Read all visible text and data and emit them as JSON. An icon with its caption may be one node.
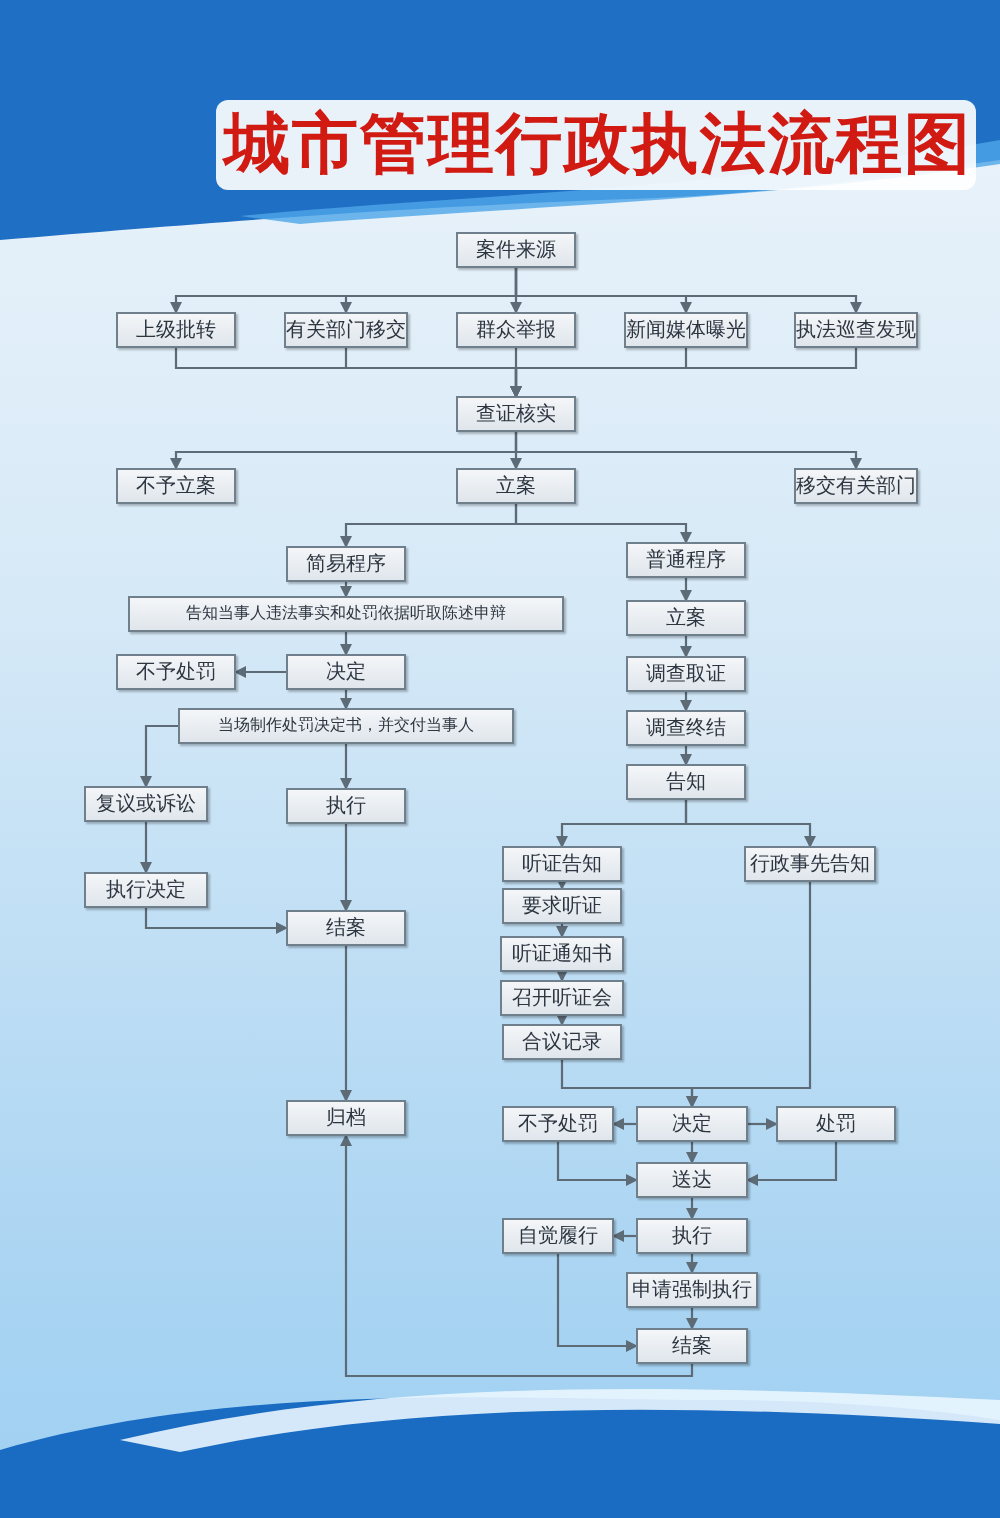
{
  "diagram": {
    "title": "城市管理行政执法流程图",
    "nodes": [
      {
        "text": [
          "案件来源"
        ]
      },
      {
        "text": [
          "上级批转"
        ]
      },
      {
        "text": [
          "有关部门移交"
        ]
      },
      {
        "text": [
          "群众举报"
        ]
      },
      {
        "text": [
          "新闻媒体曝光"
        ]
      },
      {
        "text": [
          "执法巡查发现"
        ]
      },
      {
        "text": [
          "查证核实"
        ]
      },
      {
        "text": [
          "不予立案"
        ]
      },
      {
        "text": [
          "立案"
        ]
      },
      {
        "text": [
          "移交有关部门"
        ]
      },
      {
        "text": [
          "简易程序"
        ]
      },
      {
        "text": [
          "告知当事人违法事实和处罚依据听取陈述申辩"
        ]
      },
      {
        "text": [
          "决定"
        ]
      },
      {
        "text": [
          "不予处罚"
        ]
      },
      {
        "text": [
          "当场制作处罚决定书，并交付当事人"
        ]
      },
      {
        "text": [
          "复议或诉讼"
        ]
      },
      {
        "text": [
          "执行"
        ]
      },
      {
        "text": [
          "执行决定"
        ]
      },
      {
        "text": [
          "结案"
        ]
      },
      {
        "text": [
          "归档"
        ]
      },
      {
        "text": [
          "普通程序"
        ]
      },
      {
        "text": [
          "立案"
        ]
      },
      {
        "text": [
          "调查取证"
        ]
      },
      {
        "text": [
          "调查终结"
        ]
      },
      {
        "text": [
          "告知"
        ]
      },
      {
        "text": [
          "听证告知"
        ]
      },
      {
        "text": [
          "要求听证"
        ]
      },
      {
        "text": [
          "听证通知书"
        ]
      },
      {
        "text": [
          "召开听证会"
        ]
      },
      {
        "text": [
          "合议记录"
        ]
      },
      {
        "text": [
          "行政事先告知"
        ]
      },
      {
        "text": [
          "不予处罚"
        ]
      },
      {
        "text": [
          "决定"
        ]
      },
      {
        "text": [
          "处罚"
        ]
      },
      {
        "text": [
          "送达"
        ]
      },
      {
        "text": [
          "自觉履行"
        ]
      },
      {
        "text": [
          "执行"
        ]
      },
      {
        "text": [
          "申请强制执行"
        ]
      },
      {
        "text": [
          "结案"
        ]
      }
    ],
    "edges": [
      {
        "from": 0,
        "to": 1,
        "arrow": "to"
      },
      {
        "from": 0,
        "to": 2,
        "arrow": "to"
      },
      {
        "from": 0,
        "to": 3,
        "arrow": "to"
      },
      {
        "from": 0,
        "to": 4,
        "arrow": "to"
      },
      {
        "from": 0,
        "to": 5,
        "arrow": "to"
      },
      {
        "from": 1,
        "to": 6,
        "arrow": "to"
      },
      {
        "from": 2,
        "to": 6,
        "arrow": "to"
      },
      {
        "from": 3,
        "to": 6,
        "arrow": "to"
      },
      {
        "from": 4,
        "to": 6,
        "arrow": "to"
      },
      {
        "from": 5,
        "to": 6,
        "arrow": "to"
      },
      {
        "from": 6,
        "to": 7,
        "arrow": "to"
      },
      {
        "from": 6,
        "to": 8,
        "arrow": "to"
      },
      {
        "from": 6,
        "to": 9,
        "arrow": "to"
      },
      {
        "from": 8,
        "to": 10,
        "arrow": "to"
      },
      {
        "from": 8,
        "to": 20,
        "arrow": "to"
      },
      {
        "from": 10,
        "to": 11,
        "arrow": "to"
      },
      {
        "from": 11,
        "to": 12,
        "arrow": "to"
      },
      {
        "from": 12,
        "to": 13,
        "arrow": "to"
      },
      {
        "from": 12,
        "to": 14,
        "arrow": "to"
      },
      {
        "from": 14,
        "to": 15,
        "arrow": "to"
      },
      {
        "from": 14,
        "to": 16,
        "arrow": "to"
      },
      {
        "from": 15,
        "to": 17,
        "arrow": "to"
      },
      {
        "from": 16,
        "to": 18,
        "arrow": "to"
      },
      {
        "from": 17,
        "to": 18,
        "arrow": "to"
      },
      {
        "from": 18,
        "to": 19,
        "arrow": "to"
      },
      {
        "from": 38,
        "to": 19,
        "arrow": "to"
      },
      {
        "from": 20,
        "to": 21,
        "arrow": "to"
      },
      {
        "from": 21,
        "to": 22,
        "arrow": "to"
      },
      {
        "from": 22,
        "to": 23,
        "arrow": "to"
      },
      {
        "from": 23,
        "to": 24,
        "arrow": "to"
      },
      {
        "from": 24,
        "to": 25,
        "arrow": "to"
      },
      {
        "from": 24,
        "to": 30,
        "arrow": "to"
      },
      {
        "from": 25,
        "to": 26,
        "arrow": "to"
      },
      {
        "from": 26,
        "to": 27,
        "arrow": "to"
      },
      {
        "from": 27,
        "to": 28,
        "arrow": "to"
      },
      {
        "from": 28,
        "to": 29,
        "arrow": "to"
      },
      {
        "from": 29,
        "to": 32,
        "arrow": "to"
      },
      {
        "from": 30,
        "to": 32,
        "arrow": "to"
      },
      {
        "from": 32,
        "to": 31,
        "arrow": "to"
      },
      {
        "from": 32,
        "to": 33,
        "arrow": "to"
      },
      {
        "from": 31,
        "to": 34,
        "arrow": "to"
      },
      {
        "from": 32,
        "to": 34,
        "arrow": "to"
      },
      {
        "from": 33,
        "to": 34,
        "arrow": "to"
      },
      {
        "from": 34,
        "to": 36,
        "arrow": "to"
      },
      {
        "from": 36,
        "to": 35,
        "arrow": "to"
      },
      {
        "from": 36,
        "to": 37,
        "arrow": "to"
      },
      {
        "from": 37,
        "to": 38,
        "arrow": "to"
      },
      {
        "from": 35,
        "to": 38,
        "arrow": "to"
      }
    ]
  }
}
